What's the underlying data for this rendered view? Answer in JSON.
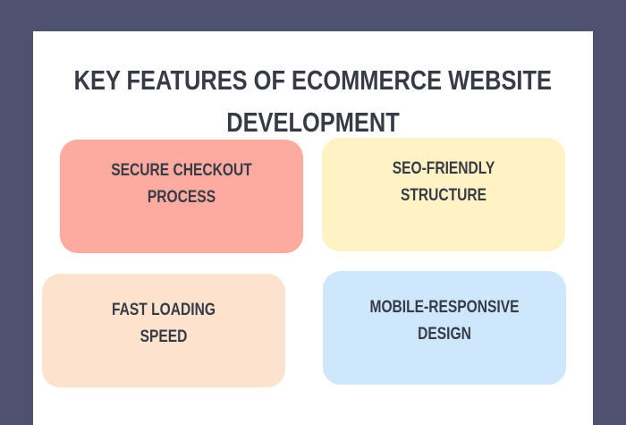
{
  "title": {
    "line1": "Key Features of Ecommerce Website",
    "line2": "Development"
  },
  "cards": [
    {
      "line1": "Secure Checkout",
      "line2": "Process",
      "color": "#fdaba0"
    },
    {
      "line1": "SEO-Friendly",
      "line2": "Structure",
      "color": "#fff2c4"
    },
    {
      "line1": "Fast Loading",
      "line2": "Speed",
      "color": "#fde2cd"
    },
    {
      "line1": "Mobile-Responsive",
      "line2": "Design",
      "color": "#cfe7fd"
    }
  ],
  "colors": {
    "background": "#4e516f",
    "panel": "#ffffff",
    "text": "#363b45"
  }
}
